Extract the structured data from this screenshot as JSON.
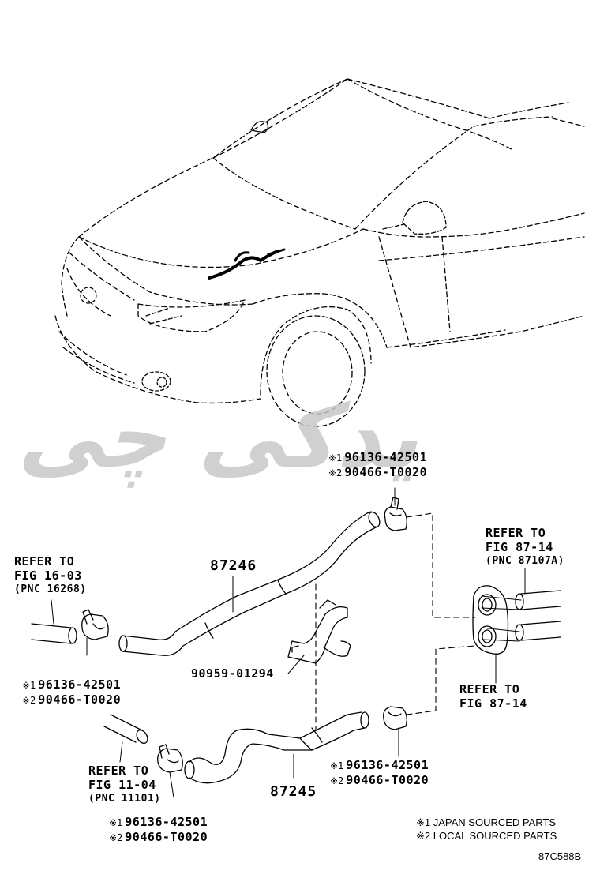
{
  "watermark": "یدکی چی",
  "parts": {
    "hose_upper": "87246",
    "hose_lower": "87245",
    "bracket": "90959-01294"
  },
  "clamps": [
    {
      "line1_mark": "※1",
      "line1_code": "96136-42501",
      "line2_mark": "※2",
      "line2_code": "90466-T0020"
    },
    {
      "line1_mark": "※1",
      "line1_code": "96136-42501",
      "line2_mark": "※2",
      "line2_code": "90466-T0020"
    },
    {
      "line1_mark": "※1",
      "line1_code": "96136-42501",
      "line2_mark": "※2",
      "line2_code": "90466-T0020"
    },
    {
      "line1_mark": "※1",
      "line1_code": "96136-42501",
      "line2_mark": "※2",
      "line2_code": "90466-T0020"
    }
  ],
  "refs": {
    "fig16": {
      "line1": "REFER TO",
      "line2": "FIG 16-03",
      "pnc": "(PNC 16268)"
    },
    "fig11": {
      "line1": "REFER TO",
      "line2": "FIG 11-04",
      "pnc": "(PNC 11101)"
    },
    "fig87a": {
      "line1": "REFER TO",
      "line2": "FIG 87-14",
      "pnc": "(PNC 87107A)"
    },
    "fig87b": {
      "line1": "REFER TO",
      "line2": "FIG 87-14"
    }
  },
  "legend": {
    "line1": "※1 JAPAN SOURCED PARTS",
    "line2": "※2 LOCAL SOURCED PARTS"
  },
  "figure_id": "87C588B"
}
